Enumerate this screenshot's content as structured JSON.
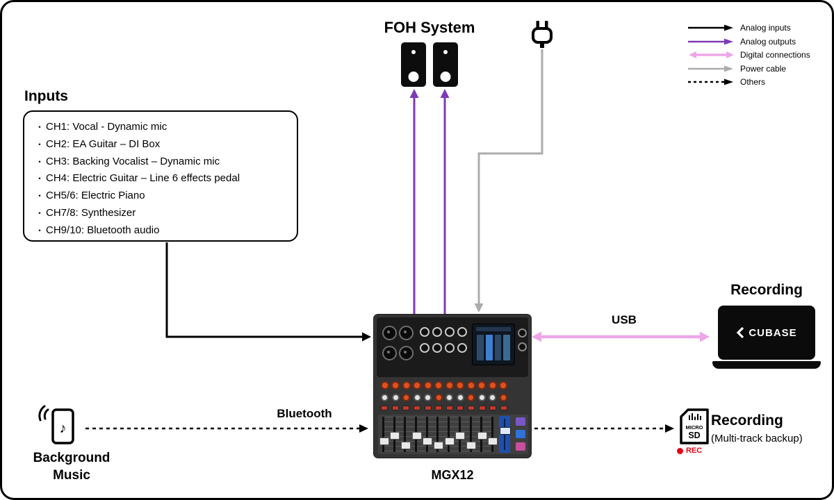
{
  "foh": {
    "title": "FOH System"
  },
  "legend": {
    "items": [
      {
        "label": "Analog inputs",
        "type": "solid-black"
      },
      {
        "label": "Analog outputs",
        "type": "solid-purple"
      },
      {
        "label": "Digital connections",
        "type": "double-pink"
      },
      {
        "label": "Power cable",
        "type": "solid-gray"
      },
      {
        "label": "Others",
        "type": "dashed-black"
      }
    ]
  },
  "inputs": {
    "title": "Inputs",
    "bullet": "・",
    "items": [
      "CH1: Vocal - Dynamic mic",
      "CH2: EA Guitar – DI Box",
      "CH3: Backing Vocalist – Dynamic mic",
      "CH4: Electric Guitar – Line 6 effects pedal",
      "CH5/6: Electric Piano",
      "CH7/8: Synthesizer",
      "CH9/10: Bluetooth audio"
    ]
  },
  "mixer": {
    "label": "MGX12"
  },
  "labels": {
    "usb": "USB",
    "bluetooth": "Bluetooth"
  },
  "daw": {
    "title": "Recording",
    "brand": "CUBASE"
  },
  "sd": {
    "title": "Recording",
    "subtitle": "(Multi-track backup)",
    "card_top": "MICRO",
    "card_main": "SD",
    "rec": "REC"
  },
  "background_music": {
    "line1": "Background",
    "line2": "Music"
  },
  "colors": {
    "analog_inputs": "#000000",
    "analog_outputs": "#7d3ab5",
    "digital": "#eda6e8",
    "power": "#acacac",
    "others": "#000000",
    "rec_red": "#e60012"
  }
}
